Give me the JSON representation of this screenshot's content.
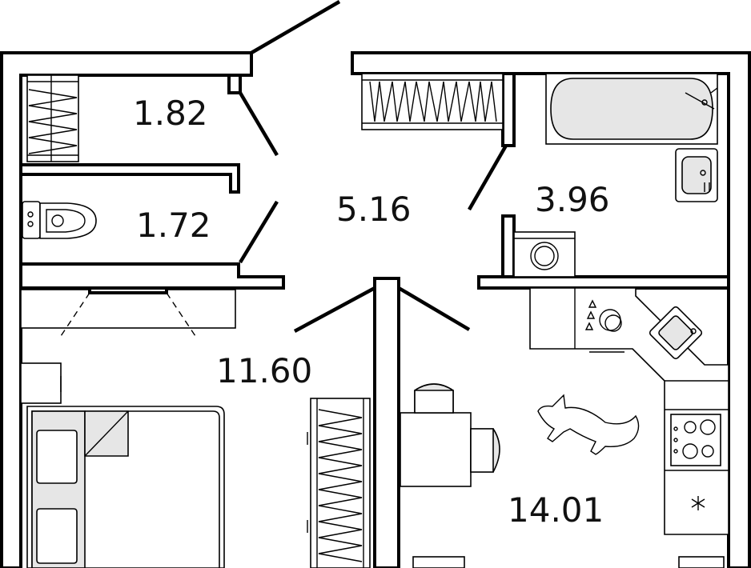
{
  "rooms": {
    "storage_top": {
      "area": "1.82"
    },
    "toilet": {
      "area": "1.72"
    },
    "hallway": {
      "area": "5.16"
    },
    "bathroom": {
      "area": "3.96"
    },
    "bedroom": {
      "area": "11.60"
    },
    "kitchen": {
      "area": "14.01"
    }
  },
  "colors": {
    "wall": "#000000",
    "fixture_fill": "#e6e6e6",
    "background": "#ffffff"
  }
}
